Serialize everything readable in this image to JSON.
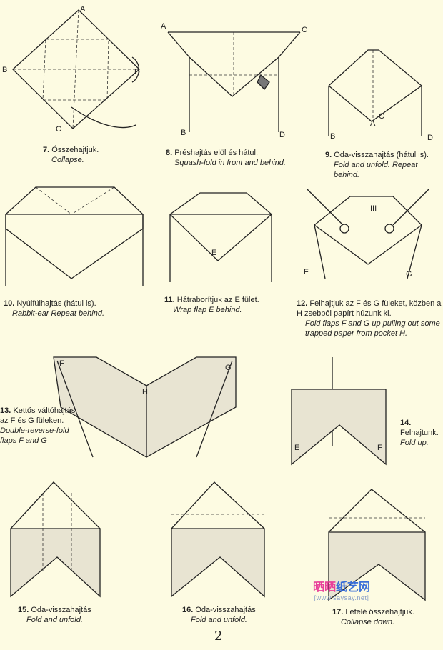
{
  "steps": [
    {
      "num": "7.",
      "hu": "Összehajtjuk.",
      "en": "Collapse.",
      "labels": [
        "A",
        "B",
        "C",
        "D"
      ]
    },
    {
      "num": "8.",
      "hu": "Préshajtás elöl és hátul.",
      "en": "Squash-fold in front and behind.",
      "labels": [
        "A",
        "C",
        "B",
        "D"
      ]
    },
    {
      "num": "9.",
      "hu": "Oda-visszahajtás (hátul is).",
      "en": "Fold and unfold. Repeat behind.",
      "labels": [
        "B",
        "A",
        "C",
        "D"
      ]
    },
    {
      "num": "10.",
      "hu": "Nyúlfülhajtás (hátul is).",
      "en": "Rabbit-ear Repeat behind."
    },
    {
      "num": "11.",
      "hu": "Hátraborítjuk az E fület.",
      "en": "Wrap flap E behind.",
      "labels": [
        "E"
      ]
    },
    {
      "num": "12.",
      "hu": "Felhajtjuk az F és G füleket, közben a H zsebből papírt húzunk ki.",
      "en": "Fold flaps F and G up pulling out some trapped paper from pocket H.",
      "labels": [
        "F",
        "G",
        "III"
      ]
    },
    {
      "num": "13.",
      "hu": "Kettős váltóhajtás az F és G füleken.",
      "en": "Double-reverse-fold flaps F and G",
      "labels": [
        "F",
        "G",
        "H"
      ]
    },
    {
      "num": "14.",
      "hu": "Felhajtunk.",
      "en": "Fold up.",
      "labels": [
        "E",
        "F"
      ]
    },
    {
      "num": "15.",
      "hu": "Oda-visszahajtás",
      "en": "Fold and unfold."
    },
    {
      "num": "16.",
      "hu": "Oda-visszahajtás",
      "en": "Fold and unfold."
    },
    {
      "num": "17.",
      "hu": "Lefelé összehajtjuk.",
      "en": "Collapse down."
    }
  ],
  "page_number": "2",
  "watermark": {
    "zh_pink": "晒晒",
    "zh_blue": "纸艺网",
    "url": "[www.saysay.net]"
  }
}
